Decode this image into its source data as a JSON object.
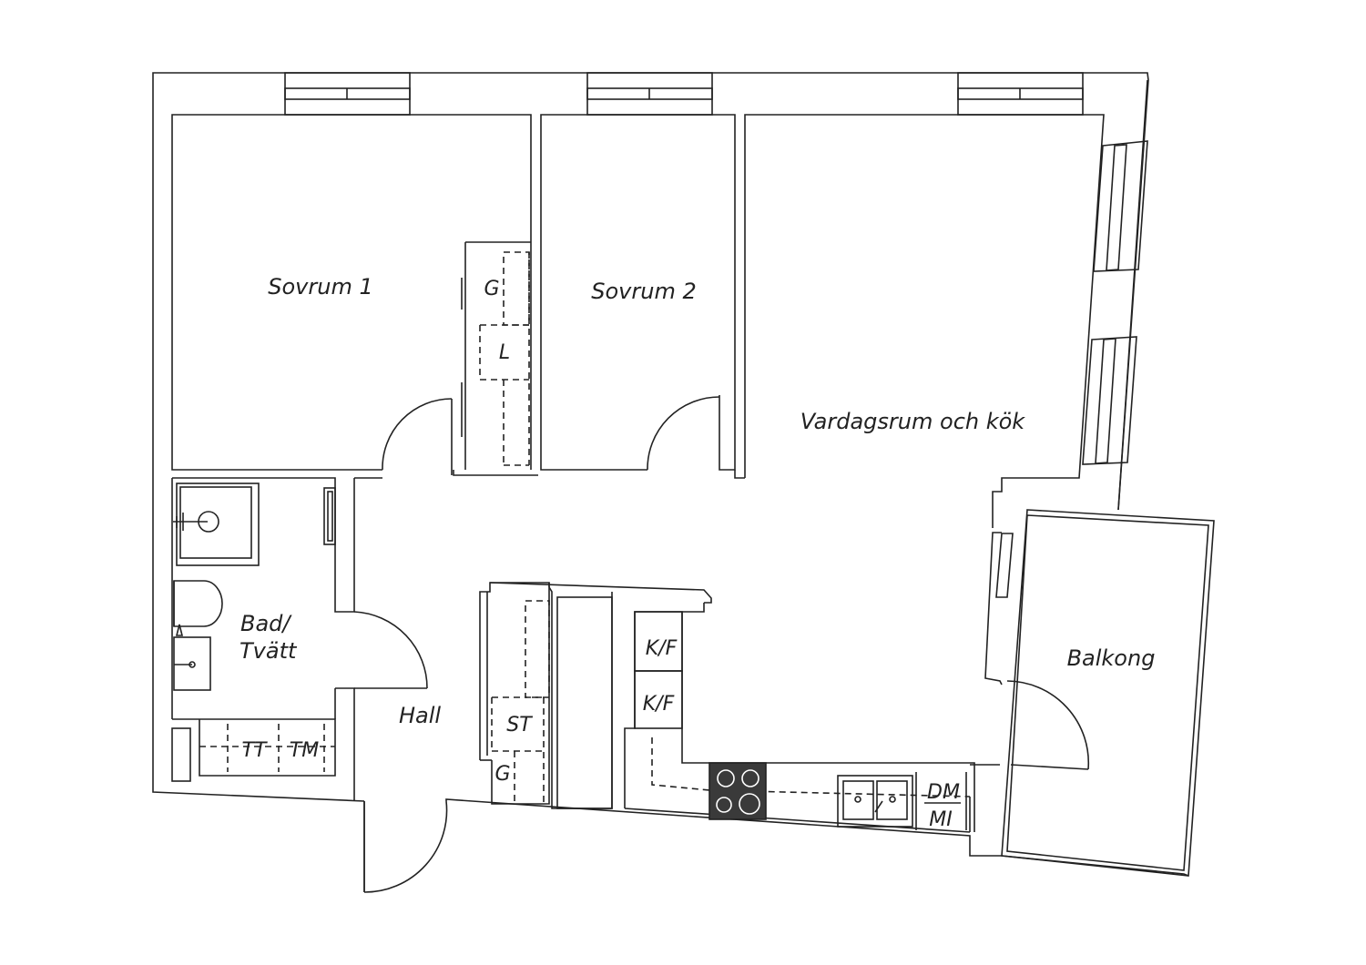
{
  "colors": {
    "line": "#222222",
    "background": "#ffffff",
    "cooktop": "#3a3a3a"
  },
  "rooms": {
    "sovrum1": "Sovrum 1",
    "sovrum2": "Sovrum 2",
    "vardagsrum": "Vardagsrum och kök",
    "bad_line1": "Bad/",
    "bad_line2": "Tvätt",
    "hall": "Hall",
    "balkong": "Balkong"
  },
  "fixtures": {
    "wardrobe_g1": "G",
    "wardrobe_l": "L",
    "storage_st": "ST",
    "wardrobe_g2": "G",
    "fridge_freezer_1": "K/F",
    "fridge_freezer_2": "K/F",
    "dryer": "TT",
    "washer": "TM",
    "dishwasher": "DM",
    "microwave": "MI"
  }
}
